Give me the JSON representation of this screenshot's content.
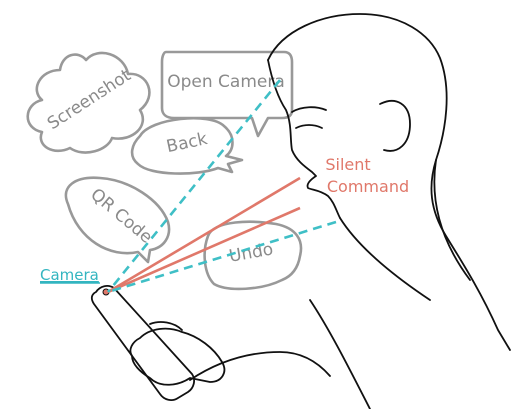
{
  "colors": {
    "silent_command": "#e0786a",
    "camera_link": "#33b5c0",
    "dashed_ray": "#3fbfc6",
    "bubble_stroke": "#999999",
    "bubble_text": "#8a8a8a",
    "line_art": "#111111"
  },
  "bubbles": {
    "screenshot": "Screenshot",
    "open_camera": "Open Camera",
    "back": "Back",
    "qr_code": "QR Code",
    "undo": "Undo"
  },
  "labels": {
    "silent_command_line1": "Silent",
    "silent_command_line2": "Command",
    "camera": "Camera"
  }
}
